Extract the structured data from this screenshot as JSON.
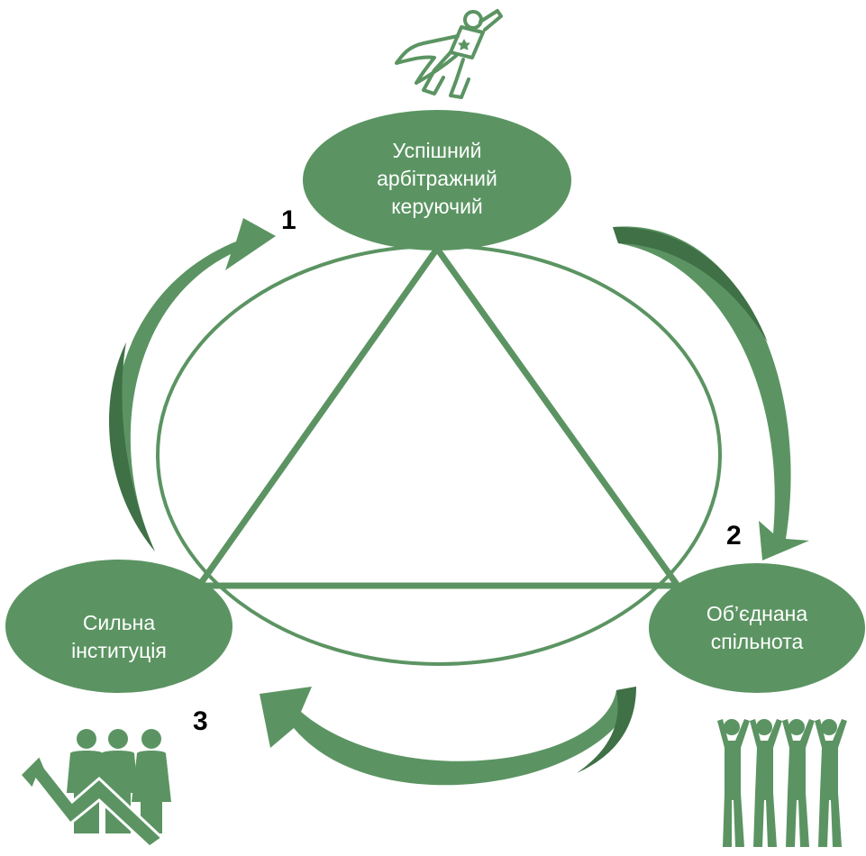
{
  "colors": {
    "green": "#5b9462",
    "dark_green": "#3f7046",
    "text_on_green": "#ffffff",
    "number_text": "#000000"
  },
  "nodes": {
    "top": {
      "lines": [
        "Успішний",
        "арбітражний",
        "керуючий"
      ],
      "icon": "flying-superhero-icon"
    },
    "right": {
      "lines": [
        "Об’єднана",
        "спільнота"
      ],
      "icon": "people-raising-hands-icon"
    },
    "left": {
      "lines": [
        "Сильна",
        "інституція"
      ],
      "icon": "people-with-rising-arrow-icon"
    }
  },
  "steps": [
    "1",
    "2",
    "3"
  ]
}
